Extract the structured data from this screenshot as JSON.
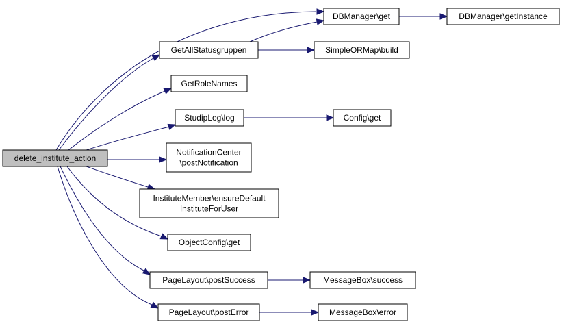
{
  "nodes": {
    "root": [
      "delete_institute_action"
    ],
    "dbget": [
      "DBManager\\get"
    ],
    "dbinst": [
      "DBManager\\getInstance"
    ],
    "status": [
      "GetAllStatusgruppen"
    ],
    "sormbuild": [
      "SimpleORMap\\build"
    ],
    "rolenames": [
      "GetRoleNames"
    ],
    "studiplog": [
      "StudipLog\\log"
    ],
    "configget": [
      "Config\\get"
    ],
    "notify": [
      "NotificationCenter",
      "\\postNotification"
    ],
    "instmember": [
      "InstituteMember\\ensureDefault",
      "InstituteForUser"
    ],
    "objcfg": [
      "ObjectConfig\\get"
    ],
    "postsuccess": [
      "PageLayout\\postSuccess"
    ],
    "msgsuccess": [
      "MessageBox\\success"
    ],
    "posterror": [
      "PageLayout\\postError"
    ],
    "msgerror": [
      "MessageBox\\error"
    ]
  }
}
